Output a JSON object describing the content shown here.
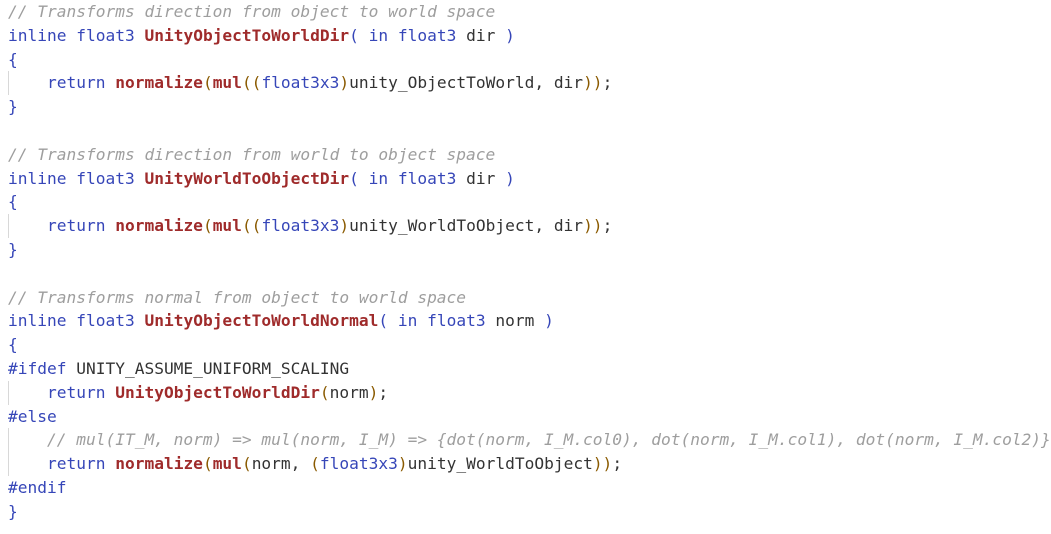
{
  "code_viewer": {
    "colors": {
      "comment": "#9e9e9e",
      "keyword": "#3646b8",
      "function": "#9f2b2b",
      "text": "#333333",
      "paren": "#8a5a00"
    },
    "lines": [
      {
        "tokens": [
          {
            "t": "cmt",
            "v": "// Transforms direction from object to world space"
          }
        ]
      },
      {
        "tokens": [
          {
            "t": "kw",
            "v": "inline"
          },
          {
            "t": "id",
            "v": " "
          },
          {
            "t": "kw",
            "v": "float3"
          },
          {
            "t": "id",
            "v": " "
          },
          {
            "t": "fn",
            "v": "UnityObjectToWorldDir"
          },
          {
            "t": "pn",
            "v": "( "
          },
          {
            "t": "kw",
            "v": "in"
          },
          {
            "t": "id",
            "v": " "
          },
          {
            "t": "kw",
            "v": "float3"
          },
          {
            "t": "id",
            "v": " dir "
          },
          {
            "t": "pn",
            "v": ")"
          }
        ]
      },
      {
        "tokens": [
          {
            "t": "pn",
            "v": "{"
          }
        ]
      },
      {
        "guide": true,
        "tokens": [
          {
            "t": "id",
            "v": "    "
          },
          {
            "t": "kw",
            "v": "return"
          },
          {
            "t": "id",
            "v": " "
          },
          {
            "t": "fn",
            "v": "normalize"
          },
          {
            "t": "pn2",
            "v": "("
          },
          {
            "t": "fn",
            "v": "mul"
          },
          {
            "t": "pn2",
            "v": "(("
          },
          {
            "t": "kw",
            "v": "float3x3"
          },
          {
            "t": "pn2",
            "v": ")"
          },
          {
            "t": "id",
            "v": "unity_ObjectToWorld, dir"
          },
          {
            "t": "pn2",
            "v": "))"
          },
          {
            "t": "id",
            "v": ";"
          }
        ]
      },
      {
        "tokens": [
          {
            "t": "pn",
            "v": "}"
          }
        ]
      },
      {
        "tokens": [
          {
            "t": "id",
            "v": ""
          }
        ]
      },
      {
        "tokens": [
          {
            "t": "cmt",
            "v": "// Transforms direction from world to object space"
          }
        ]
      },
      {
        "tokens": [
          {
            "t": "kw",
            "v": "inline"
          },
          {
            "t": "id",
            "v": " "
          },
          {
            "t": "kw",
            "v": "float3"
          },
          {
            "t": "id",
            "v": " "
          },
          {
            "t": "fn",
            "v": "UnityWorldToObjectDir"
          },
          {
            "t": "pn",
            "v": "( "
          },
          {
            "t": "kw",
            "v": "in"
          },
          {
            "t": "id",
            "v": " "
          },
          {
            "t": "kw",
            "v": "float3"
          },
          {
            "t": "id",
            "v": " dir "
          },
          {
            "t": "pn",
            "v": ")"
          }
        ]
      },
      {
        "tokens": [
          {
            "t": "pn",
            "v": "{"
          }
        ]
      },
      {
        "guide": true,
        "tokens": [
          {
            "t": "id",
            "v": "    "
          },
          {
            "t": "kw",
            "v": "return"
          },
          {
            "t": "id",
            "v": " "
          },
          {
            "t": "fn",
            "v": "normalize"
          },
          {
            "t": "pn2",
            "v": "("
          },
          {
            "t": "fn",
            "v": "mul"
          },
          {
            "t": "pn2",
            "v": "(("
          },
          {
            "t": "kw",
            "v": "float3x3"
          },
          {
            "t": "pn2",
            "v": ")"
          },
          {
            "t": "id",
            "v": "unity_WorldToObject, dir"
          },
          {
            "t": "pn2",
            "v": "))"
          },
          {
            "t": "id",
            "v": ";"
          }
        ]
      },
      {
        "tokens": [
          {
            "t": "pn",
            "v": "}"
          }
        ]
      },
      {
        "tokens": [
          {
            "t": "id",
            "v": ""
          }
        ]
      },
      {
        "tokens": [
          {
            "t": "cmt",
            "v": "// Transforms normal from object to world space"
          }
        ]
      },
      {
        "tokens": [
          {
            "t": "kw",
            "v": "inline"
          },
          {
            "t": "id",
            "v": " "
          },
          {
            "t": "kw",
            "v": "float3"
          },
          {
            "t": "id",
            "v": " "
          },
          {
            "t": "fn",
            "v": "UnityObjectToWorldNormal"
          },
          {
            "t": "pn",
            "v": "( "
          },
          {
            "t": "kw",
            "v": "in"
          },
          {
            "t": "id",
            "v": " "
          },
          {
            "t": "kw",
            "v": "float3"
          },
          {
            "t": "id",
            "v": " norm "
          },
          {
            "t": "pn",
            "v": ")"
          }
        ]
      },
      {
        "tokens": [
          {
            "t": "pn",
            "v": "{"
          }
        ]
      },
      {
        "tokens": [
          {
            "t": "pp",
            "v": "#ifdef"
          },
          {
            "t": "id",
            "v": " UNITY_ASSUME_UNIFORM_SCALING"
          }
        ]
      },
      {
        "guide": true,
        "tokens": [
          {
            "t": "id",
            "v": "    "
          },
          {
            "t": "kw",
            "v": "return"
          },
          {
            "t": "id",
            "v": " "
          },
          {
            "t": "fn",
            "v": "UnityObjectToWorldDir"
          },
          {
            "t": "pn2",
            "v": "("
          },
          {
            "t": "id",
            "v": "norm"
          },
          {
            "t": "pn2",
            "v": ")"
          },
          {
            "t": "id",
            "v": ";"
          }
        ]
      },
      {
        "tokens": [
          {
            "t": "pp",
            "v": "#else"
          }
        ]
      },
      {
        "guide": true,
        "tokens": [
          {
            "t": "id",
            "v": "    "
          },
          {
            "t": "cmt",
            "v": "// mul(IT_M, norm) => mul(norm, I_M) => {dot(norm, I_M.col0), dot(norm, I_M.col1), dot(norm, I_M.col2)}"
          }
        ]
      },
      {
        "guide": true,
        "tokens": [
          {
            "t": "id",
            "v": "    "
          },
          {
            "t": "kw",
            "v": "return"
          },
          {
            "t": "id",
            "v": " "
          },
          {
            "t": "fn",
            "v": "normalize"
          },
          {
            "t": "pn2",
            "v": "("
          },
          {
            "t": "fn",
            "v": "mul"
          },
          {
            "t": "pn2",
            "v": "("
          },
          {
            "t": "id",
            "v": "norm, "
          },
          {
            "t": "pn2",
            "v": "("
          },
          {
            "t": "kw",
            "v": "float3x3"
          },
          {
            "t": "pn2",
            "v": ")"
          },
          {
            "t": "id",
            "v": "unity_WorldToObject"
          },
          {
            "t": "pn2",
            "v": "))"
          },
          {
            "t": "id",
            "v": ";"
          }
        ]
      },
      {
        "tokens": [
          {
            "t": "pp",
            "v": "#endif"
          }
        ]
      },
      {
        "tokens": [
          {
            "t": "pn",
            "v": "}"
          }
        ]
      }
    ]
  }
}
